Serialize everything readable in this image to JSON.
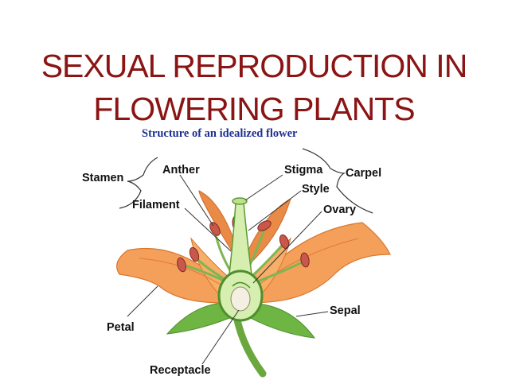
{
  "slide": {
    "title_line1": "SEXUAL REPRODUCTION IN",
    "title_line2": "FLOWERING PLANTS",
    "title_color": "#8b1414"
  },
  "diagram": {
    "caption": "Structure of an idealized flower",
    "caption_color": "#1e2f8f",
    "labels": {
      "stamen": "Stamen",
      "anther": "Anther",
      "filament": "Filament",
      "stigma": "Stigma",
      "style": "Style",
      "ovary": "Ovary",
      "carpel": "Carpel",
      "petal": "Petal",
      "sepal": "Sepal",
      "receptacle": "Receptacle"
    },
    "colors": {
      "petal": "#f4a05a",
      "petal_dark": "#e07a34",
      "stamen_filament": "#7fb552",
      "anther": "#c9584b",
      "sepal": "#6fb543",
      "ovary": "#d6efb0"
    }
  }
}
